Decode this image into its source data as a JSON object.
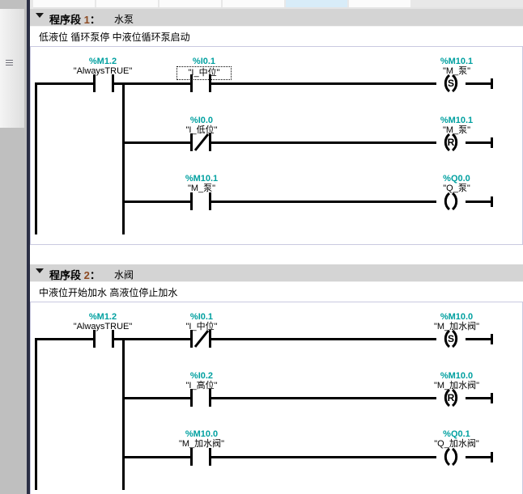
{
  "app": {
    "editor": "ladder-logic-editor"
  },
  "toolbar": {
    "cells": [
      "",
      "",
      "",
      "",
      "",
      ""
    ],
    "selected_index": 4
  },
  "left_gutter": {
    "splitter_icon": "grip-handle-icon"
  },
  "networks": [
    {
      "id": "network-1",
      "label": "程序段",
      "number": "1",
      "separator": "：",
      "name": "水泵",
      "comment": "低液位 循环泵停  中液位循环泵启动",
      "collapse_icon": "triangle-down-icon",
      "rungs": [
        {
          "id": "rung-1-1",
          "contacts": [
            {
              "addr": "%M1.2",
              "symbol": "\"AlwaysTRUE\"",
              "type": "NO",
              "selected": false
            },
            {
              "addr": "%I0.1",
              "symbol": "\"I_中位\"",
              "type": "NO",
              "selected": true
            }
          ],
          "coil": {
            "addr": "%M10.1",
            "symbol": "\"M_泵\"",
            "type": "S",
            "letter": "S"
          }
        },
        {
          "id": "rung-1-2",
          "contacts": [
            {
              "addr": "%I0.0",
              "symbol": "\"I_低位\"",
              "type": "NC",
              "selected": false
            }
          ],
          "coil": {
            "addr": "%M10.1",
            "symbol": "\"M_泵\"",
            "type": "R",
            "letter": "R"
          }
        },
        {
          "id": "rung-1-3",
          "contacts": [
            {
              "addr": "%M10.1",
              "symbol": "\"M_泵\"",
              "type": "NO",
              "selected": false
            }
          ],
          "coil": {
            "addr": "%Q0.0",
            "symbol": "\"Q_泵\"",
            "type": "OUT",
            "letter": ""
          }
        }
      ]
    },
    {
      "id": "network-2",
      "label": "程序段",
      "number": "2",
      "separator": "：",
      "name": "水阀",
      "comment": "中液位开始加水 高液位停止加水",
      "collapse_icon": "triangle-down-icon",
      "rungs": [
        {
          "id": "rung-2-1",
          "contacts": [
            {
              "addr": "%M1.2",
              "symbol": "\"AlwaysTRUE\"",
              "type": "NO",
              "selected": false
            },
            {
              "addr": "%I0.1",
              "symbol": "\"I_中位\"",
              "type": "NC",
              "selected": false
            }
          ],
          "coil": {
            "addr": "%M10.0",
            "symbol": "\"M_加水阀\"",
            "type": "S",
            "letter": "S"
          }
        },
        {
          "id": "rung-2-2",
          "contacts": [
            {
              "addr": "%I0.2",
              "symbol": "\"I_高位\"",
              "type": "NO",
              "selected": false
            }
          ],
          "coil": {
            "addr": "%M10.0",
            "symbol": "\"M_加水阀\"",
            "type": "R",
            "letter": "R"
          }
        },
        {
          "id": "rung-2-3",
          "contacts": [
            {
              "addr": "%M10.0",
              "symbol": "\"M_加水阀\"",
              "type": "NO",
              "selected": false
            }
          ],
          "coil": {
            "addr": "%Q0.1",
            "symbol": "\"Q_加水阀\"",
            "type": "OUT",
            "letter": ""
          }
        }
      ]
    }
  ],
  "colors": {
    "address_teal": "#00a0a0",
    "network_number": "#8d4a22",
    "header_band": "#d4d4d4",
    "ladder_border": "#c9c9e0",
    "dark_rail": "#2b2f45",
    "gutter": "#bfbfbf",
    "toolbar_selected": "#d8ecf8"
  }
}
